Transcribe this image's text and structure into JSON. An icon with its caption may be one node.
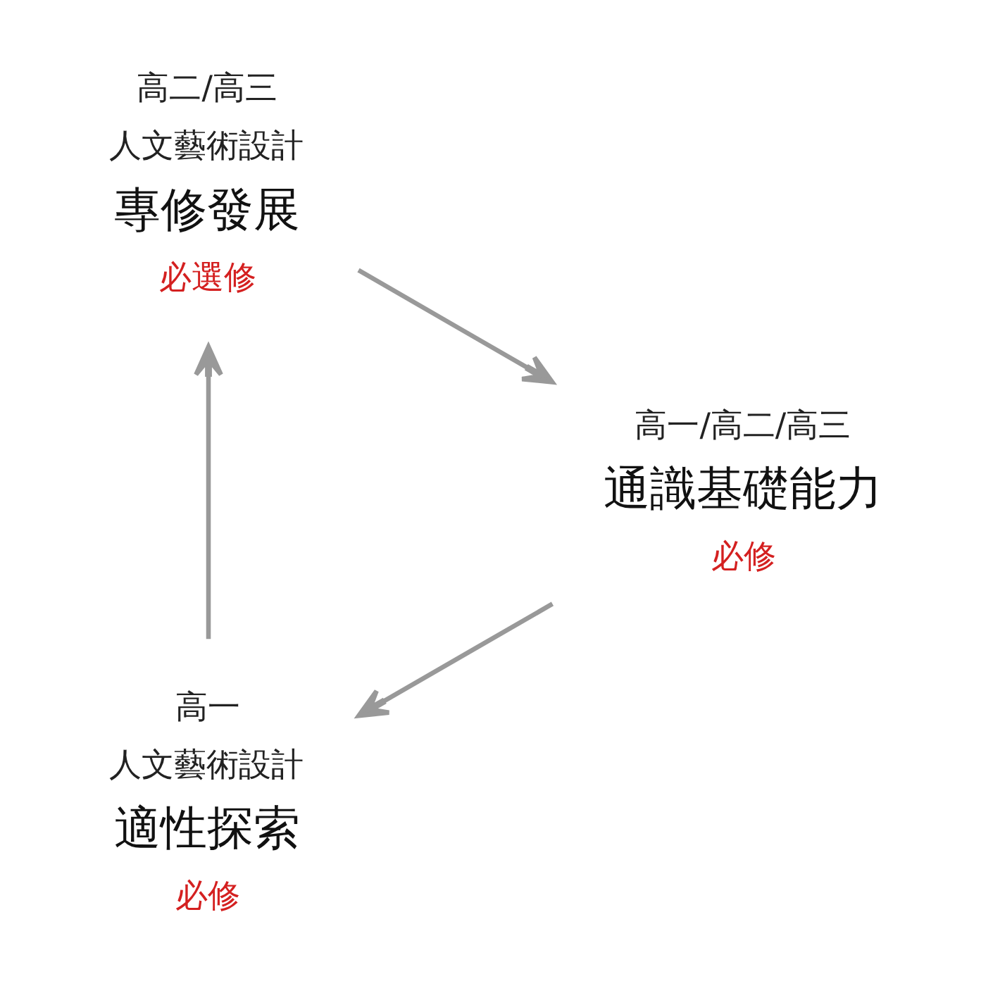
{
  "diagram": {
    "nodes": [
      {
        "text": [
          "高一",
          "人文藝術設計",
          "適性探索",
          "必修"
        ]
      },
      {
        "text": [
          "高二/高三",
          "人文藝術設計",
          "專修發展",
          "必選修"
        ]
      },
      {
        "text": [
          "高一/高二/高三",
          "通識基礎能力",
          "必修"
        ]
      }
    ],
    "edges": [
      {
        "from": 2,
        "to": 0,
        "arrow": "to"
      },
      {
        "from": 0,
        "to": 1,
        "arrow": "to"
      },
      {
        "from": 1,
        "to": 2,
        "arrow": "to"
      }
    ]
  }
}
